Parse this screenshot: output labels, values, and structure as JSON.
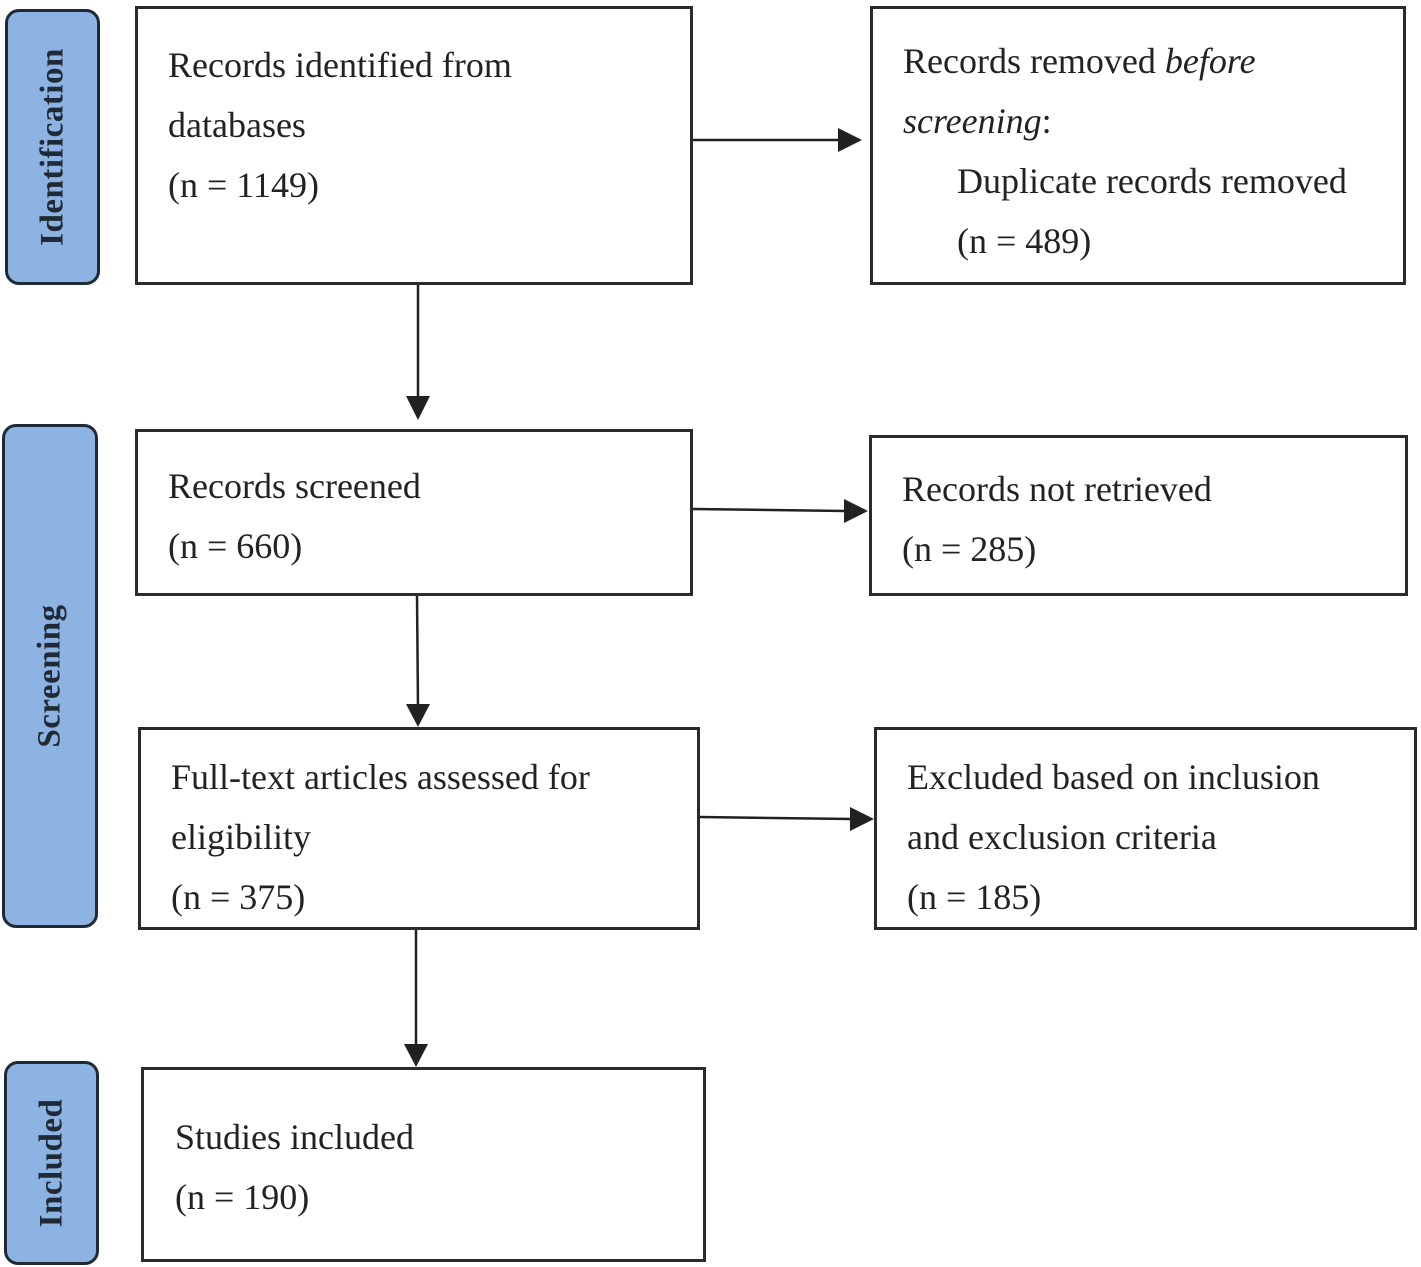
{
  "phases": {
    "identification": "Identification",
    "screening": "Screening",
    "included": "Included"
  },
  "boxes": {
    "identified": {
      "line1": "Records identified from",
      "line2": "databases",
      "count": "(n = 1149)"
    },
    "removed": {
      "prefix": "Records removed ",
      "emph1": "before",
      "emph2": "screening",
      "suffix": ":",
      "detail": "Duplicate records removed",
      "count": "(n = 489)"
    },
    "screened": {
      "line1": "Records screened",
      "count": "(n = 660)"
    },
    "not_retrieved": {
      "line1": "Records not retrieved",
      "count": "(n = 285)"
    },
    "assessed": {
      "line1": "Full-text articles assessed for",
      "line2": "eligibility",
      "count": "(n = 375)"
    },
    "excluded": {
      "line1": "Excluded based on inclusion",
      "line2": "and exclusion criteria",
      "count": "(n = 185)"
    },
    "included": {
      "line1": "Studies included",
      "count": "(n = 190)"
    }
  },
  "colors": {
    "phase_fill": "#8db3e2",
    "phase_border": "#1f2a36",
    "box_border": "#2b2b2b",
    "arrow": "#222222"
  }
}
